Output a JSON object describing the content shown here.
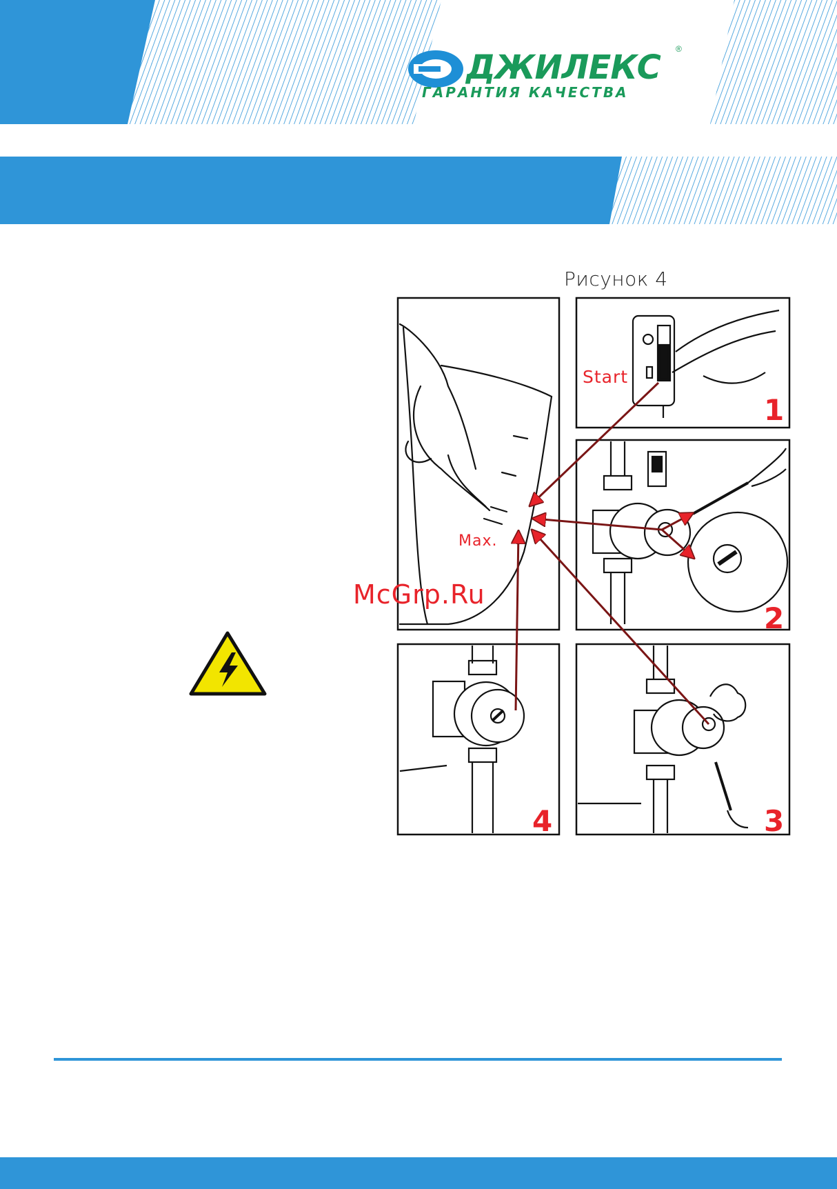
{
  "brand": {
    "name": "ДЖИЛЕКС",
    "tagline": "ГАРАНТИЯ КАЧЕСТВА",
    "registered": "®",
    "color": "#1a9a5a",
    "accent": "#1e8fd6"
  },
  "theme": {
    "blue": "#2f95d8",
    "red": "#e8232a",
    "warning_yellow": "#f2e500"
  },
  "figure": {
    "caption": "Рисунок 4",
    "labels": {
      "start": "Start",
      "max": "Max."
    },
    "panel_numbers": [
      "1",
      "2",
      "3",
      "4"
    ],
    "icons": [
      "warning-electric-icon",
      "pump-icon",
      "screwdriver-icon",
      "switch-icon"
    ]
  },
  "watermark": "McGrp.Ru"
}
